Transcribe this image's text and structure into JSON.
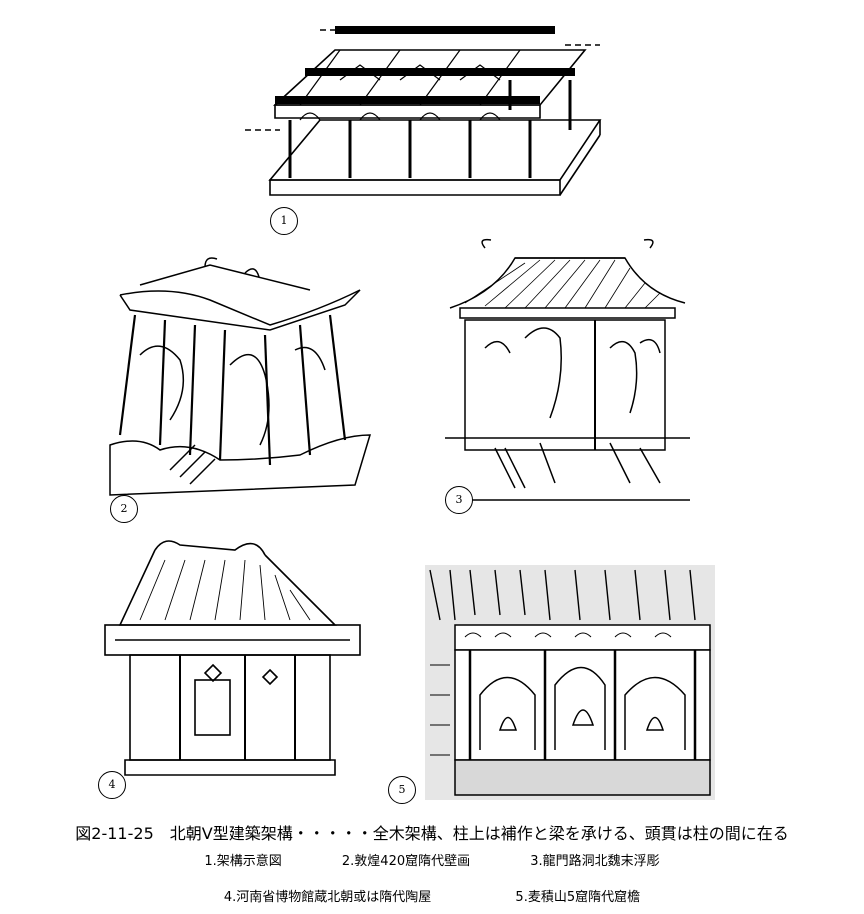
{
  "figure": {
    "title": "図2-11-25　北朝Ⅴ型建築架構・・・・・全木架構、柱上は補作と梁を承ける、頭貫は柱の間に在る",
    "panel_numbers": [
      "1",
      "2",
      "3",
      "4",
      "5"
    ],
    "legend_row1": [
      "1.架構示意図",
      "2.敦煌420窟隋代壁画",
      "3.龍門路洞北魏末浮彫"
    ],
    "legend_row2": [
      "4.河南省博物館蔵北朝或は隋代陶屋",
      "5.麦積山5窟隋代窟檐"
    ]
  },
  "colors": {
    "ink": "#000000",
    "paper": "#ffffff"
  }
}
